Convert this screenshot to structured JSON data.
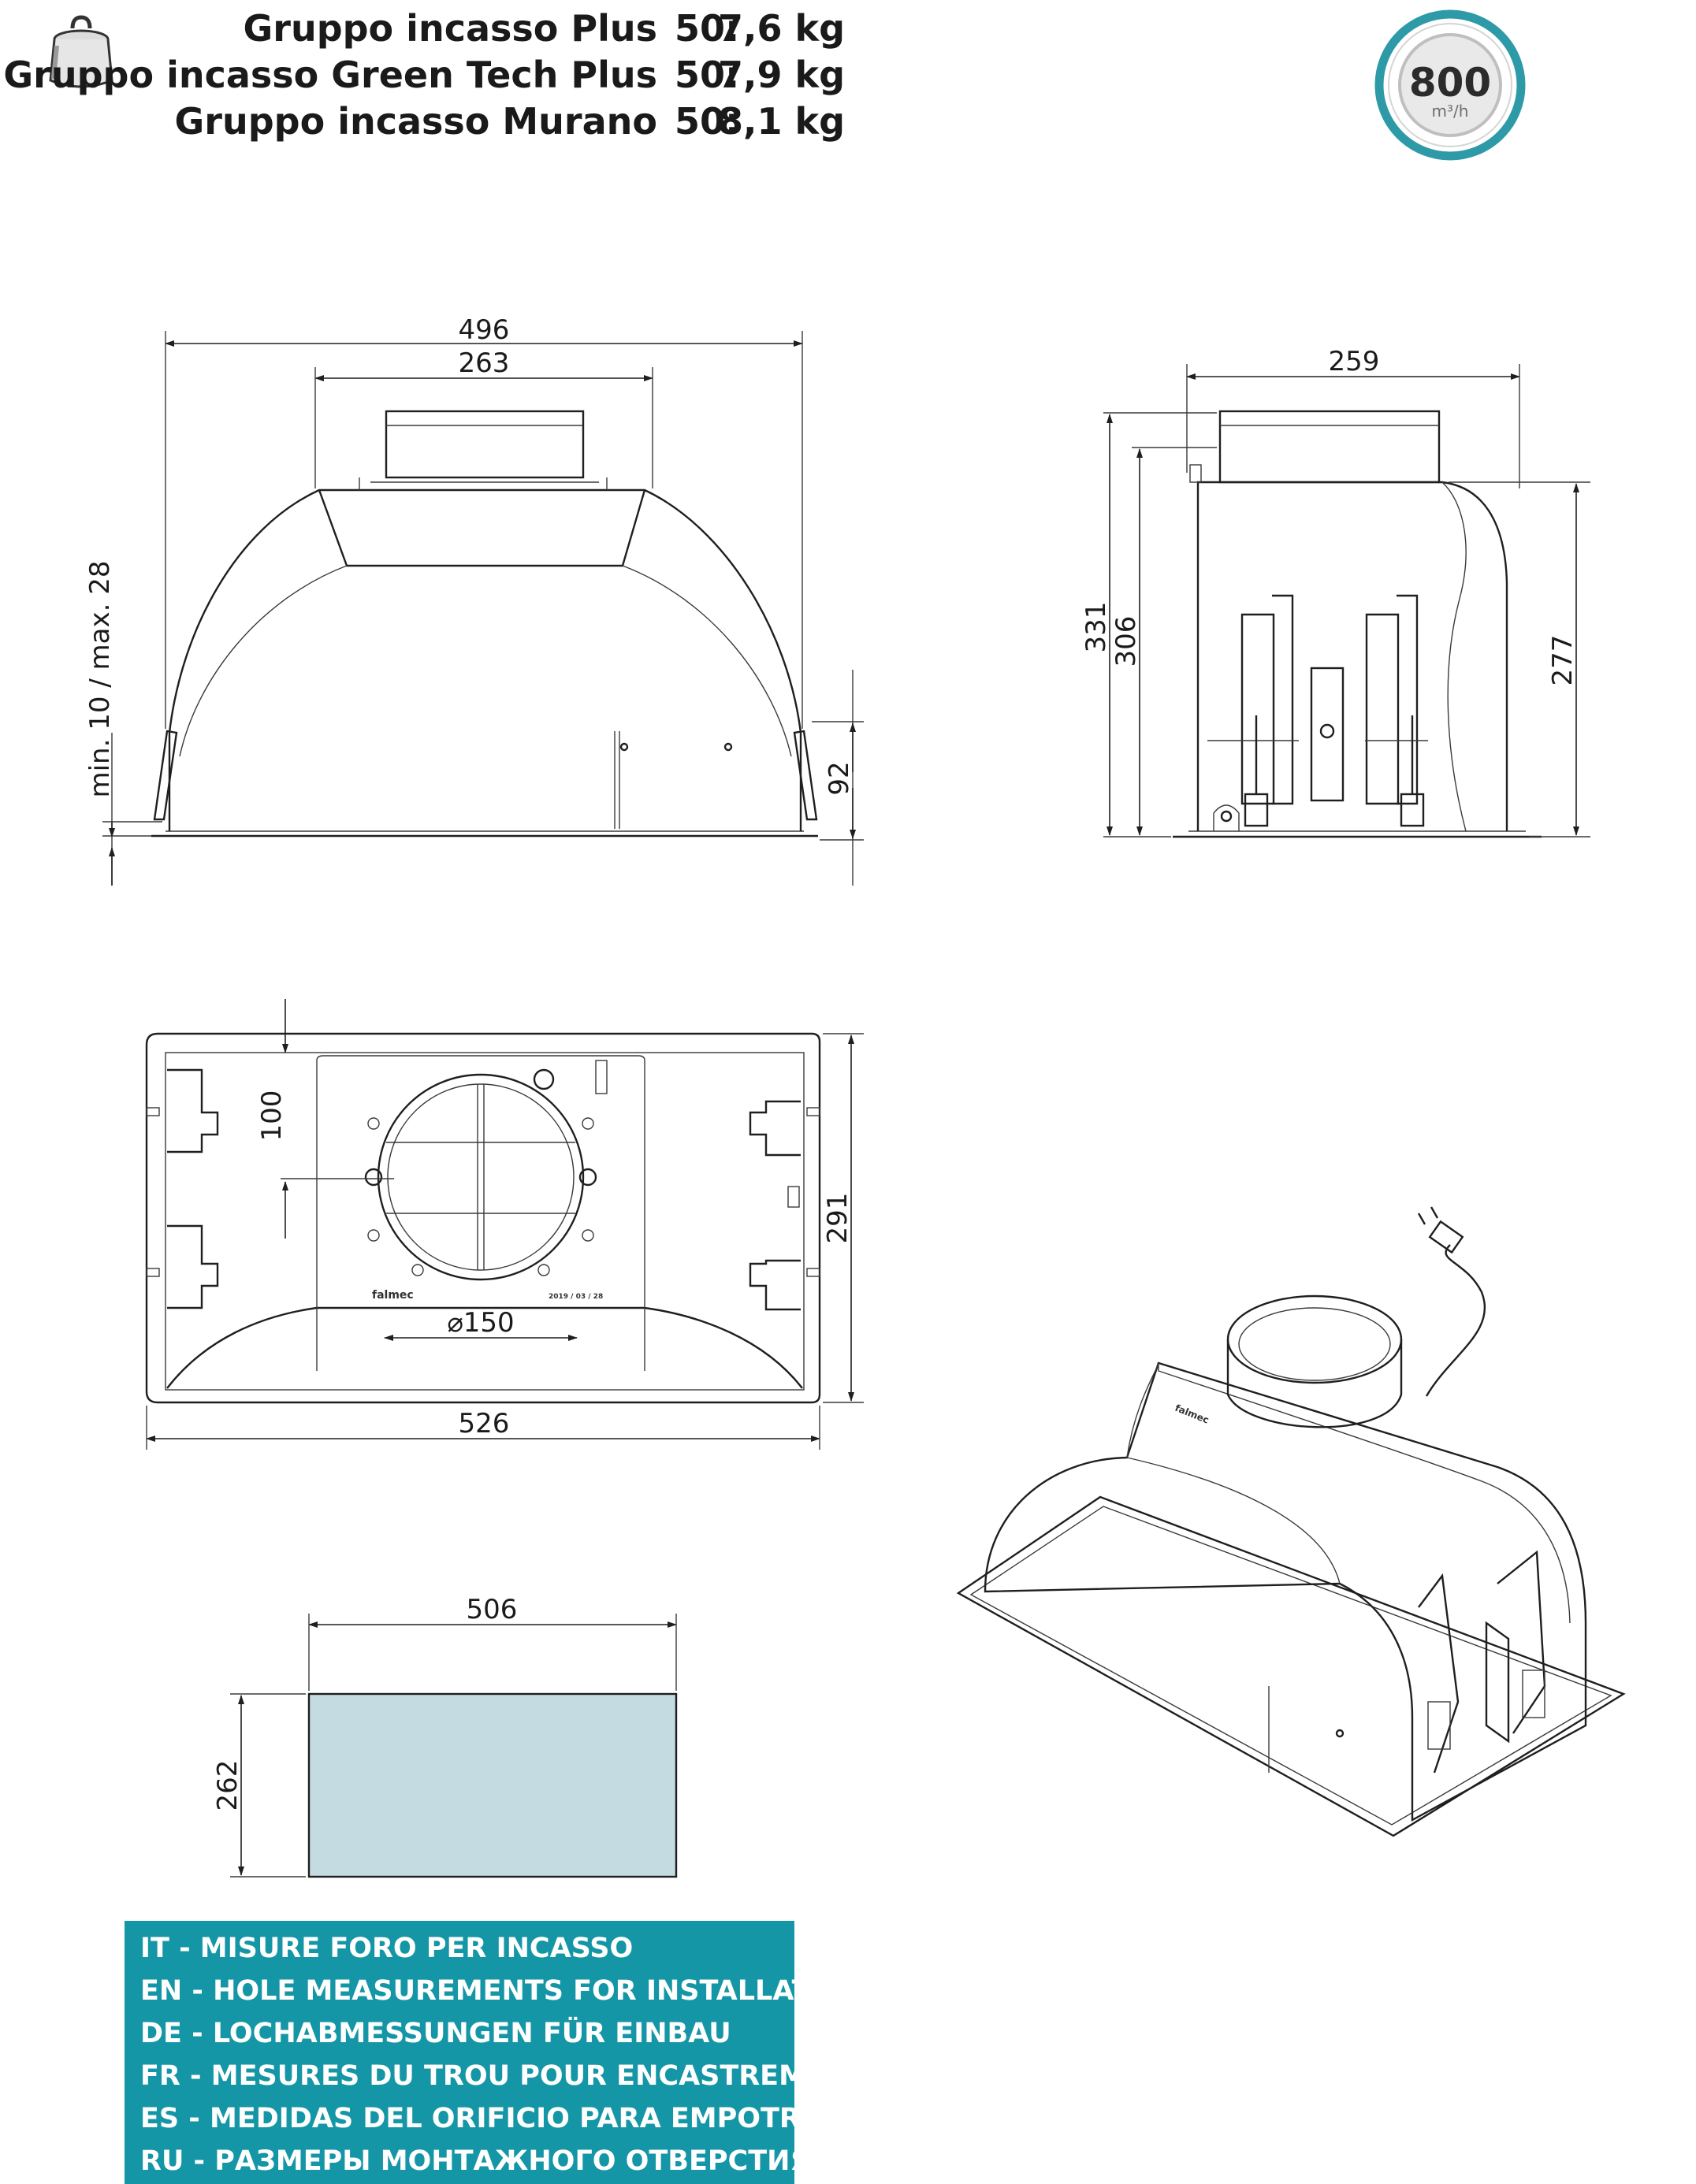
{
  "weights": [
    {
      "model": "Gruppo incasso Plus",
      "size": "50:",
      "weight": "7,6 kg"
    },
    {
      "model": "Gruppo incasso Green Tech Plus",
      "size": "50:",
      "weight": "7,9 kg"
    },
    {
      "model": "Gruppo incasso Murano",
      "size": "50:",
      "weight": "8,1 kg"
    }
  ],
  "airflow_badge": {
    "value": "800",
    "unit": "m³/h",
    "ring_color": "#2e9aa8"
  },
  "front_view": {
    "width_total": "496",
    "width_collar": "263",
    "clearance": "min. 10 / max. 28",
    "lower_height": "92"
  },
  "side_view": {
    "depth": "259",
    "height_total": "331",
    "height_body": "306",
    "height_shell": "277"
  },
  "top_view": {
    "offset": "100",
    "depth": "291",
    "diameter": "⌀150",
    "width": "526",
    "brand": "falmec",
    "date_code": "2019 / 03 / 28"
  },
  "cutout": {
    "width": "506",
    "height": "262",
    "fill_color": "#c5dbe2"
  },
  "legend": {
    "background_color": "#1596a6",
    "lines": [
      "IT   - MISURE FORO PER INCASSO",
      "EN - HOLE MEASUREMENTS FOR INSTALLATION",
      "DE - LOCHABMESSUNGEN FÜR EINBAU",
      "FR - MESURES DU TROU POUR ENCASTREMENT",
      "ES  - MEDIDAS DEL ORIFICIO PARA EMPOTRADO",
      "RU - РАЗМЕРЫ МОНТАЖНОГО ОТВЕРСТИЯ"
    ]
  }
}
